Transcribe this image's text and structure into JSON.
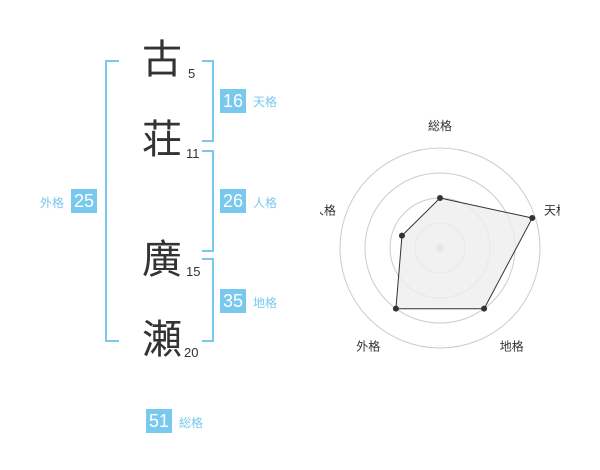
{
  "name": {
    "chars": [
      {
        "char": "古",
        "strokes": "5"
      },
      {
        "char": "荘",
        "strokes": "11"
      },
      {
        "char": "廣",
        "strokes": "15"
      },
      {
        "char": "瀬",
        "strokes": "20"
      }
    ]
  },
  "kaku": {
    "tenkaku": {
      "value": "16",
      "label": "天格"
    },
    "jinkaku": {
      "value": "26",
      "label": "人格"
    },
    "chikaku": {
      "value": "35",
      "label": "地格"
    },
    "gaikaku": {
      "value": "25",
      "label": "外格"
    },
    "soukaku": {
      "value": "51",
      "label": "総格"
    }
  },
  "chart_data": {
    "type": "radar",
    "axes": [
      "総格",
      "天格",
      "地格",
      "外格",
      "人格"
    ],
    "values": [
      0.5,
      0.97,
      0.75,
      0.75,
      0.4
    ],
    "rings": 4,
    "colors": {
      "fill": "#eeeeee",
      "line": "#333333",
      "ring": "#cccccc",
      "point": "#333333",
      "center": "#cccccc"
    }
  }
}
